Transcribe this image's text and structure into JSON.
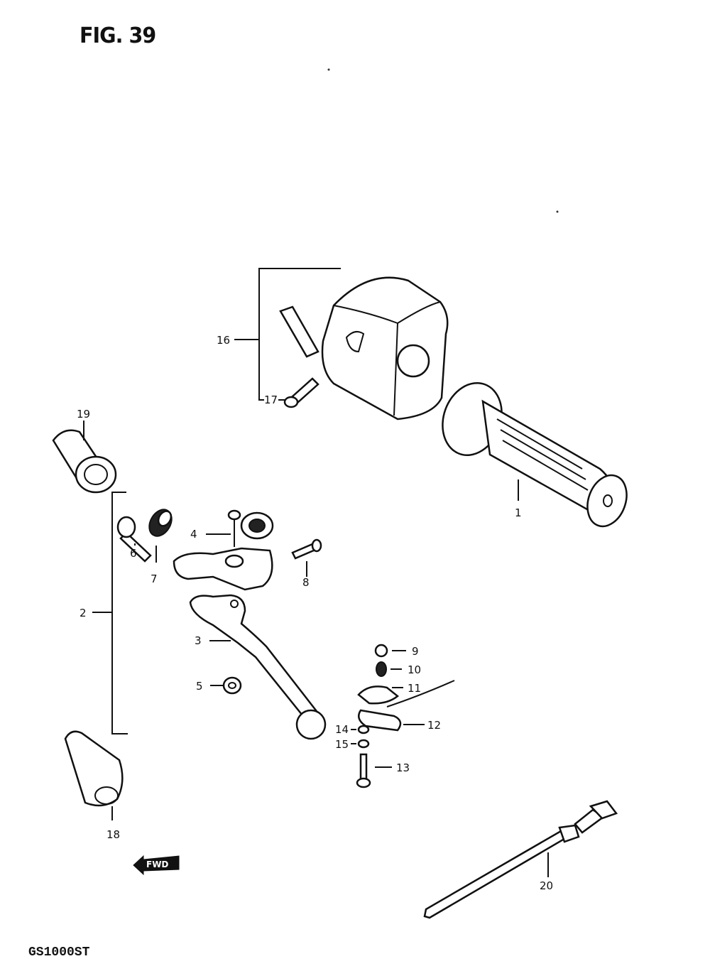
{
  "diagram": {
    "figure_label": "FIG. 39",
    "model_code": "GS1000ST",
    "fwd_arrow_text": "FWD",
    "callouts": [
      "1",
      "2",
      "3",
      "4",
      "5",
      "6",
      "7",
      "8",
      "9",
      "10",
      "11",
      "12",
      "13",
      "14",
      "15",
      "16",
      "17",
      "18",
      "19",
      "20"
    ]
  }
}
